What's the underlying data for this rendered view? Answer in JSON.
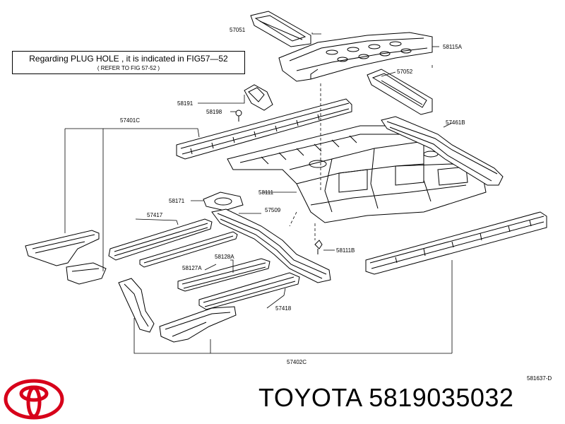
{
  "note": {
    "main": "Regarding  PLUG HOLE  , it is  indicated  in  FIG57—52",
    "sub": "( REFER TO FIG 57-52 )"
  },
  "parts": {
    "p57051": "57051",
    "p58115A": "58115A",
    "p57052": "57052",
    "p58191": "58191",
    "p58198": "58198",
    "p57401C": "57401C",
    "p57461B": "57461B",
    "p58111": "58111",
    "p58171": "58171",
    "p57417": "57417",
    "p57509": "57509",
    "p58111B": "58111B",
    "p58128A": "58128A",
    "p58127A": "58127A",
    "p57418": "57418",
    "p57402C": "57402C"
  },
  "figure_code": "581637-D",
  "brand_line": "TOYOTA 5819035032",
  "logo_icon": "toyota-logo-icon",
  "colors": {
    "logo_red": "#d7001a",
    "ink": "#000000"
  }
}
